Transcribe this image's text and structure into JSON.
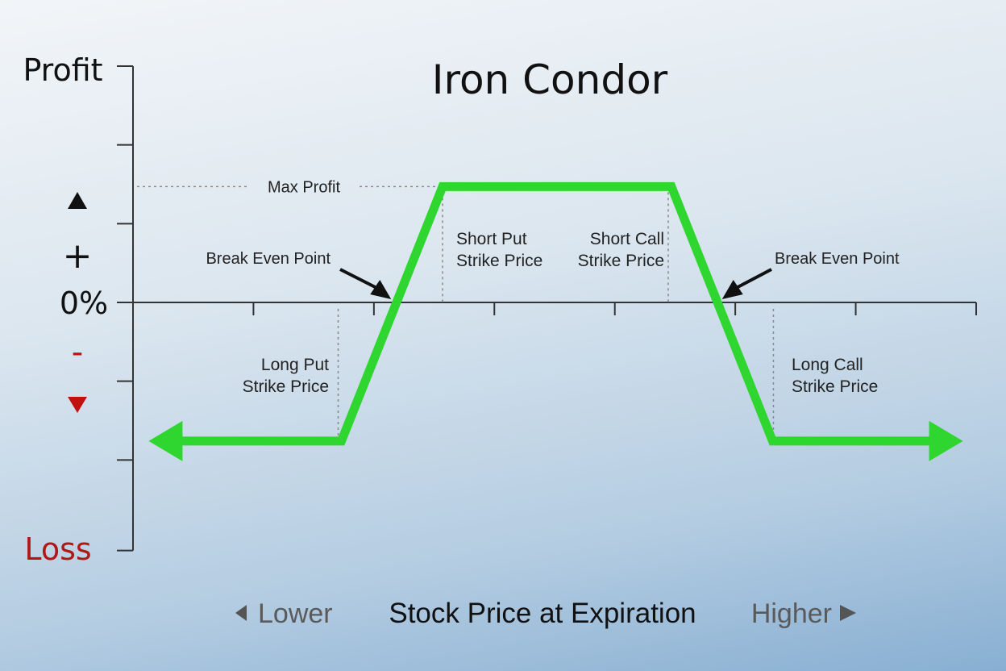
{
  "chart_data": {
    "type": "line",
    "title": "Iron Condor",
    "xlabel": "Stock Price at Expiration",
    "x_lower_label": "Lower",
    "x_higher_label": "Higher",
    "y_top_label": "Profit",
    "y_bottom_label": "Loss",
    "y_zero_label": "0%",
    "y_plus_label": "+",
    "y_minus_label": "-",
    "xlim": [
      0,
      7
    ],
    "ylim": [
      -3.15,
      3
    ],
    "x_ticks": [
      1,
      2,
      3,
      4,
      5,
      6,
      7
    ],
    "y_ticks": [
      3,
      2,
      1,
      0,
      -1,
      -2,
      -3.15
    ],
    "series": [
      {
        "name": "Iron Condor payoff",
        "color": "#2fd62f",
        "x": [
          0.13,
          1.73,
          2.57,
          4.47,
          5.31,
          6.89
        ],
        "y": [
          -1.76,
          -1.76,
          1.47,
          1.47,
          -1.76,
          -1.76
        ]
      }
    ],
    "annotations": {
      "max_profit": {
        "text": "Max Profit",
        "y": 1.47
      },
      "break_even_left": {
        "text": "Break Even Point",
        "x": 2.17
      },
      "break_even_right": {
        "text": "Break Even Point",
        "x": 4.85
      },
      "long_put": {
        "line1": "Long Put",
        "line2": "Strike Price",
        "x": 1.73
      },
      "short_put": {
        "line1": "Short Put",
        "line2": "Strike Price",
        "x": 2.57
      },
      "short_call": {
        "line1": "Short Call",
        "line2": "Strike Price",
        "x": 4.47
      },
      "long_call": {
        "line1": "Long Call",
        "line2": "Strike Price",
        "x": 5.31
      }
    }
  }
}
